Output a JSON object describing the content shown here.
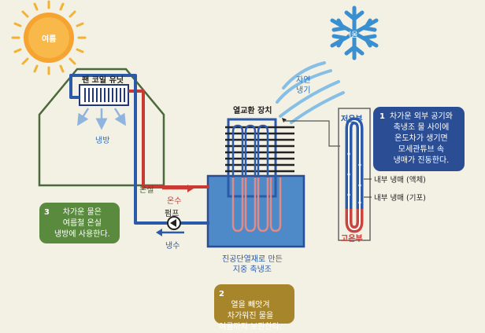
{
  "summer_label": "여름",
  "winter_label": "겨울",
  "natural_cold_label": "자연\n냉기",
  "fan_coil_label": "팬 코일 유닛",
  "cooling_label": "냉방",
  "greenhouse_label": "온실",
  "heat_exchanger_label": "열교환 장치",
  "hot_water_label": "온수",
  "pump_label": "펌프",
  "cold_water_label": "냉수",
  "tank_label": "진공단열재로 만든\n지중 축냉조",
  "low_temp_label": "저온부",
  "high_temp_label": "고온부",
  "refrigerant_liquid_label": "내부 냉매 (액체)",
  "refrigerant_gas_label": "내부 냉매 (기포)",
  "note1": {
    "num": "1",
    "text": "차가운 외부 공기와\n축냉조 물 사이에\n온도차가 생기면\n모세관튜브 속\n냉매가 진동한다.",
    "color": "#2a4d93"
  },
  "note2": {
    "num": "2",
    "text": "열을 빼앗겨\n차가워진 물을\n여름까지 보관한다.",
    "color": "#a7852a"
  },
  "note3": {
    "num": "3",
    "text": "차가운 물은\n여름철 온실\n냉방에 사용한다.",
    "color": "#5a8a3e"
  }
}
